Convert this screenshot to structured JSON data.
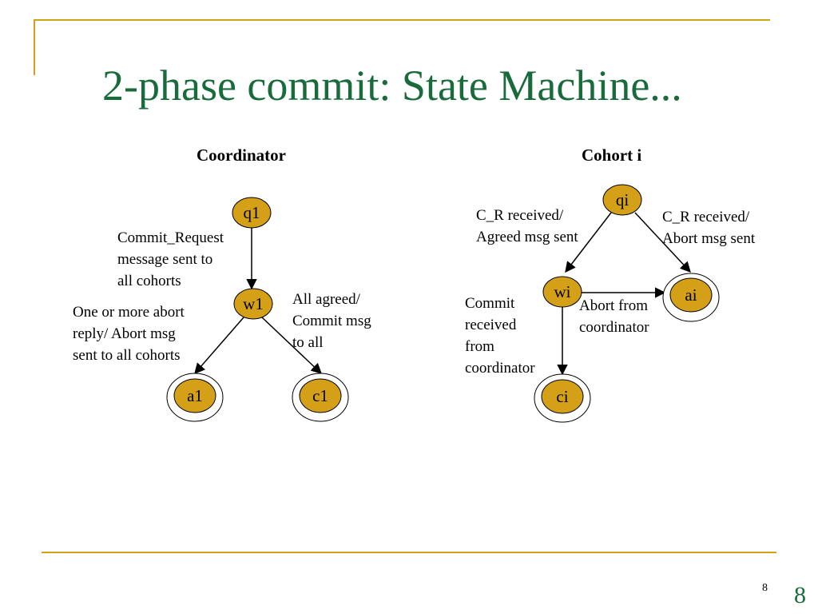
{
  "slide": {
    "title": "2-phase commit: State Machine...",
    "page_small": "8",
    "page_big": "8"
  },
  "colors": {
    "accent_rule": "#d4a017",
    "title_green": "#1a6b3c",
    "state_fill": "#d4a017"
  },
  "coordinator": {
    "heading": "Coordinator",
    "states": {
      "q1": "q1",
      "w1": "w1",
      "a1": "a1",
      "c1": "c1"
    },
    "labels": {
      "q1_to_w1": [
        "Commit_Request",
        "message sent to",
        "all cohorts"
      ],
      "w1_to_a1": [
        "One or more abort",
        "reply/ Abort msg",
        "sent to all cohorts"
      ],
      "w1_to_c1": [
        "All agreed/",
        "Commit msg",
        "to all"
      ]
    }
  },
  "cohort": {
    "heading": "Cohort i",
    "states": {
      "qi": "qi",
      "wi": "wi",
      "ai": "ai",
      "ci": "ci"
    },
    "labels": {
      "qi_to_wi": [
        "C_R received/",
        "Agreed msg sent"
      ],
      "qi_to_ai": [
        "C_R received/",
        "Abort msg sent"
      ],
      "wi_to_ai": [
        "Abort from",
        "coordinator"
      ],
      "wi_to_ci": [
        "Commit",
        "received",
        "from",
        "coordinator"
      ]
    }
  }
}
